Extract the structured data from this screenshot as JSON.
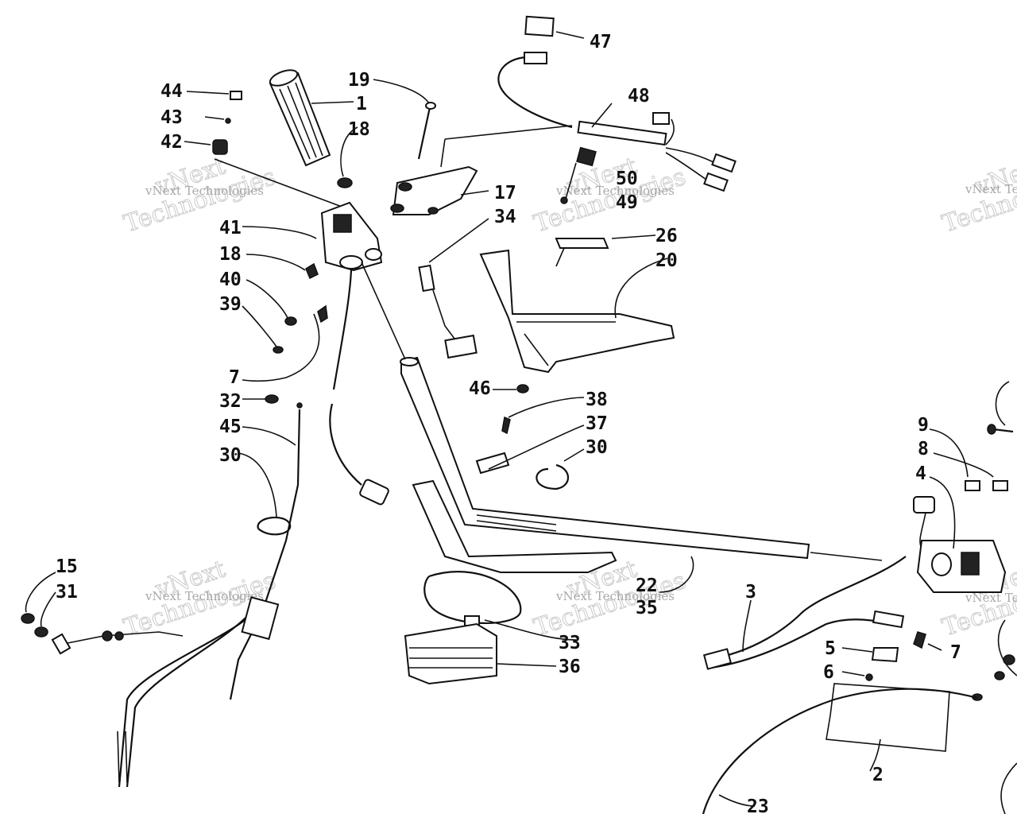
{
  "watermark": {
    "line1": "vNext",
    "line2": "Technologies",
    "small": "vNext Technologies"
  },
  "labels": [
    {
      "id": "p47",
      "text": "47"
    },
    {
      "id": "p48",
      "text": "48"
    },
    {
      "id": "p19",
      "text": "19"
    },
    {
      "id": "p1",
      "text": "1"
    },
    {
      "id": "p18a",
      "text": "18"
    },
    {
      "id": "p44",
      "text": "44"
    },
    {
      "id": "p43",
      "text": "43"
    },
    {
      "id": "p42",
      "text": "42"
    },
    {
      "id": "p17",
      "text": "17"
    },
    {
      "id": "p34",
      "text": "34"
    },
    {
      "id": "p50",
      "text": "50"
    },
    {
      "id": "p49",
      "text": "49"
    },
    {
      "id": "p26",
      "text": "26"
    },
    {
      "id": "p20",
      "text": "20"
    },
    {
      "id": "p41",
      "text": "41"
    },
    {
      "id": "p18b",
      "text": "18"
    },
    {
      "id": "p40",
      "text": "40"
    },
    {
      "id": "p39",
      "text": "39"
    },
    {
      "id": "p7a",
      "text": "7"
    },
    {
      "id": "p46",
      "text": "46"
    },
    {
      "id": "p38",
      "text": "38"
    },
    {
      "id": "p37",
      "text": "37"
    },
    {
      "id": "p30a",
      "text": "30"
    },
    {
      "id": "p32",
      "text": "32"
    },
    {
      "id": "p45",
      "text": "45"
    },
    {
      "id": "p30b",
      "text": "30"
    },
    {
      "id": "p9",
      "text": "9"
    },
    {
      "id": "p8",
      "text": "8"
    },
    {
      "id": "p4",
      "text": "4"
    },
    {
      "id": "p15",
      "text": "15"
    },
    {
      "id": "p31",
      "text": "31"
    },
    {
      "id": "p22",
      "text": "22"
    },
    {
      "id": "p35",
      "text": "35"
    },
    {
      "id": "p3",
      "text": "3"
    },
    {
      "id": "p33",
      "text": "33"
    },
    {
      "id": "p36",
      "text": "36"
    },
    {
      "id": "p5",
      "text": "5"
    },
    {
      "id": "p7b",
      "text": "7"
    },
    {
      "id": "p6",
      "text": "6"
    },
    {
      "id": "p2",
      "text": "2"
    },
    {
      "id": "p23",
      "text": "23"
    }
  ]
}
